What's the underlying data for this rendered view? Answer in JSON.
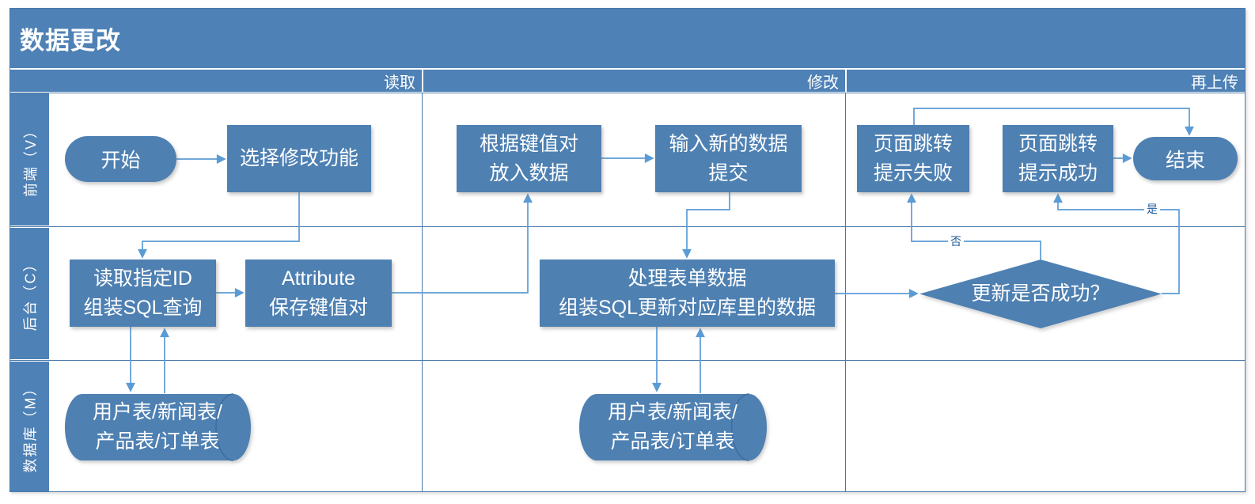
{
  "title": "数据更改",
  "phases": [
    {
      "label": "读取"
    },
    {
      "label": "修改"
    },
    {
      "label": "再上传"
    }
  ],
  "lanes": [
    {
      "label": "前端（V）"
    },
    {
      "label": "后台（C）"
    },
    {
      "label": "数据库（M）"
    }
  ],
  "nodes": {
    "start": {
      "shape": "terminator",
      "label": "开始"
    },
    "select_modify": {
      "shape": "process",
      "line1": "选择修改功能"
    },
    "kv_fill": {
      "shape": "process",
      "line1": "根据键值对",
      "line2": "放入数据"
    },
    "input_submit": {
      "shape": "process",
      "line1": "输入新的数据",
      "line2": "提交"
    },
    "jump_fail": {
      "shape": "process",
      "line1": "页面跳转",
      "line2": "提示失败"
    },
    "jump_success": {
      "shape": "process",
      "line1": "页面跳转",
      "line2": "提示成功"
    },
    "end": {
      "shape": "terminator",
      "label": "结束"
    },
    "read_id": {
      "shape": "process",
      "line1": "读取指定ID",
      "line2": "组装SQL查询"
    },
    "attribute_save": {
      "shape": "process",
      "line1": "Attribute",
      "line2": "保存键值对"
    },
    "process_form": {
      "shape": "process",
      "line1": "处理表单数据",
      "line2": "组装SQL更新对应库里的数据"
    },
    "update_check": {
      "shape": "decision",
      "label": "更新是否成功？"
    },
    "db_read": {
      "shape": "database",
      "line1": "用户表/新闻表/",
      "line2": "产品表/订单表"
    },
    "db_update": {
      "shape": "database",
      "line1": "用户表/新闻表/",
      "line2": "产品表/订单表"
    }
  },
  "edge_labels": {
    "no": "否",
    "yes": "是"
  },
  "colors": {
    "band_fill": "#4e81b6",
    "shape_fill": "#4e80b2",
    "grid": "#4a7aa8",
    "connector": "#5b9bd5",
    "edge_label": "#1f5c99",
    "text_on_blue": "#ffffff"
  }
}
